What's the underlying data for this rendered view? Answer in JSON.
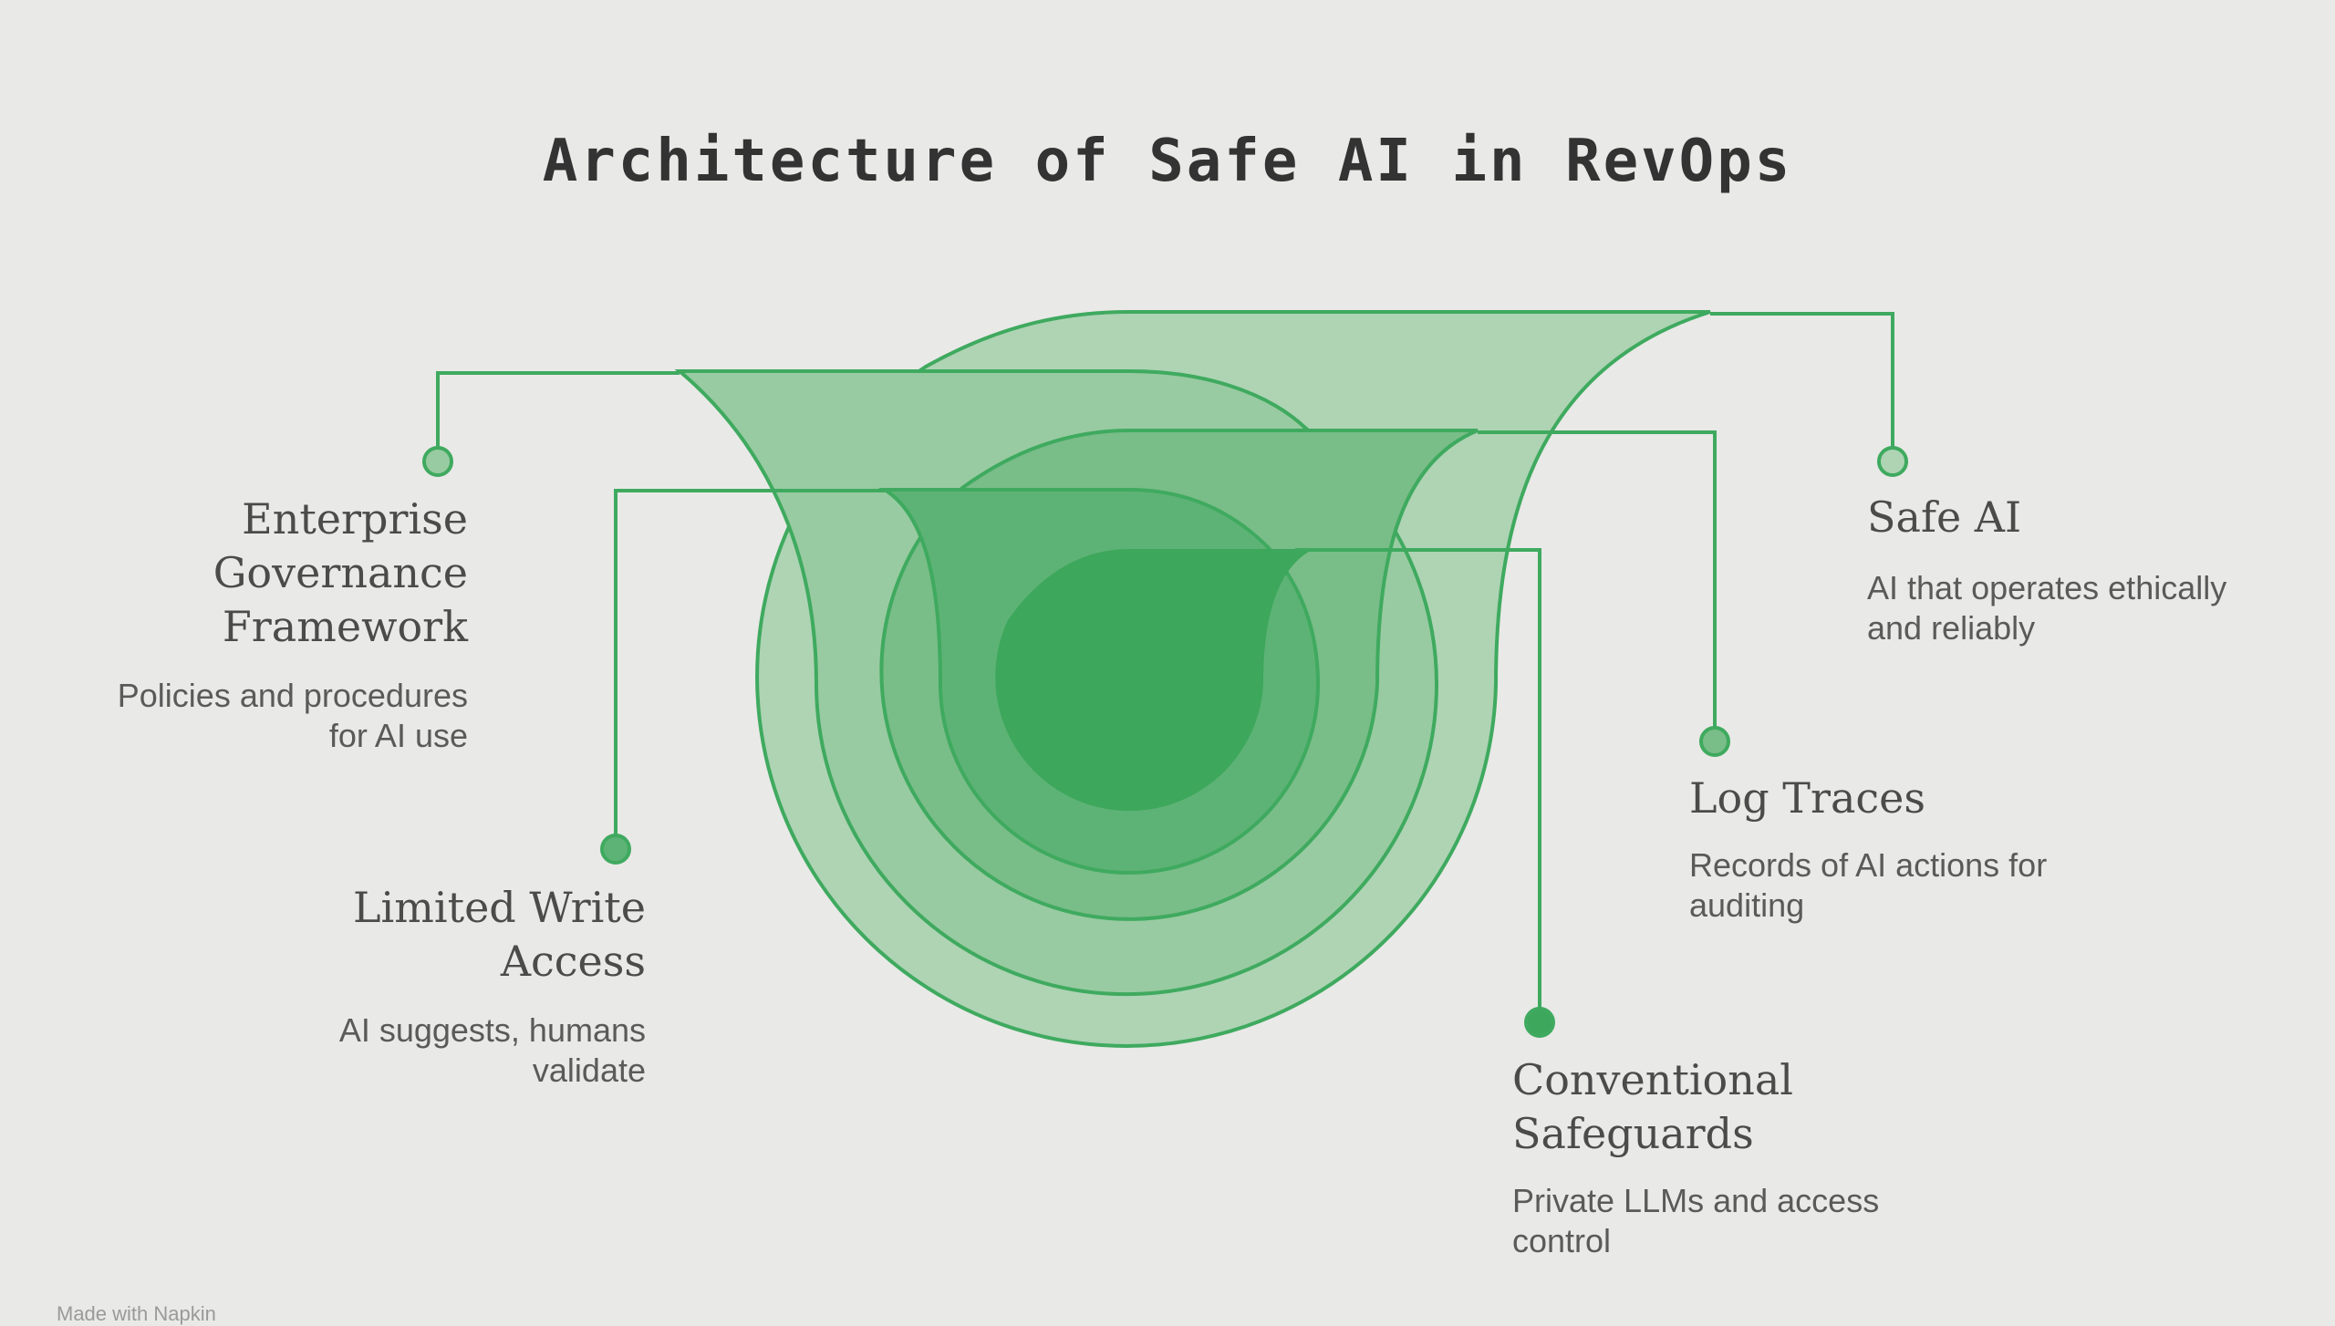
{
  "title": "Architecture of Safe AI in RevOps",
  "colors": {
    "background": "#e9e9e7",
    "stroke": "#3faa5f",
    "layer_outer": "#aed4b4",
    "layer_2": "#98cba1",
    "layer_3": "#79bd88",
    "layer_4": "#5db375",
    "layer_core": "#3da75c"
  },
  "layers": [
    {
      "name": "Safe AI",
      "description": "AI that operates ethically and reliably"
    },
    {
      "name": "Enterprise Governance Framework",
      "description": "Policies and procedures for AI use"
    },
    {
      "name": "Log Traces",
      "description": "Records of AI actions for auditing"
    },
    {
      "name": "Limited Write Access",
      "description": "AI suggests, humans validate"
    },
    {
      "name": "Conventional Safeguards",
      "description": "Private LLMs and access control"
    }
  ],
  "watermark": "Made with Napkin"
}
